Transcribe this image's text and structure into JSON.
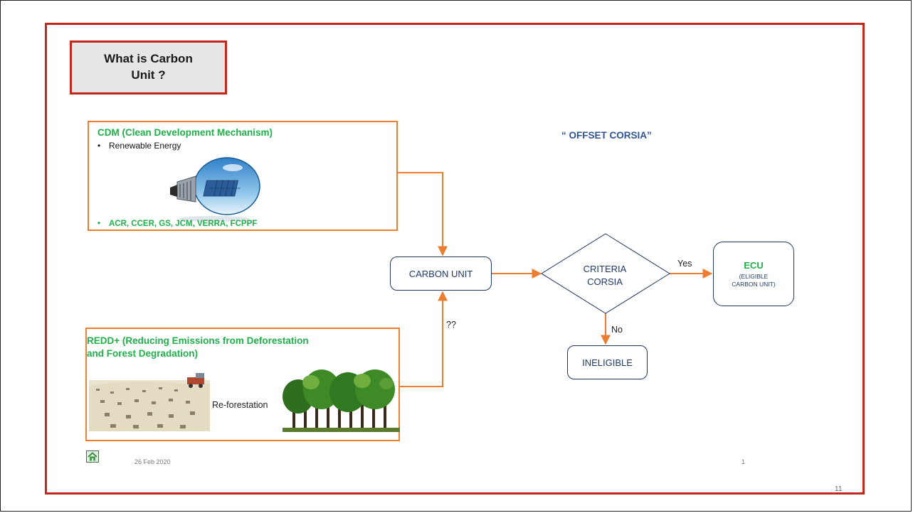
{
  "title": "What is Carbon Unit ?",
  "cdm": {
    "title": "CDM (Clean Development Mechanism)",
    "bullet1": "Renewable Energy",
    "bullet2": "ACR, CCER, GS, JCM, VERRA, FCPPF"
  },
  "redd": {
    "title_line1": "REDD+ (Reducing Emissions from Deforestation",
    "title_line2": "and Forest Degradation)",
    "arrow_label": "Re-forestation"
  },
  "offset_label": "“ OFFSET CORSIA”",
  "nodes": {
    "carbon_unit": "CARBON UNIT",
    "criteria_line1": "CRITERIA",
    "criteria_line2": "CORSIA",
    "ecu_main": "ECU",
    "ecu_sub_line1": "(ELIGIBLE",
    "ecu_sub_line2": "CARBON UNIT)",
    "ineligible": "INELIGIBLE"
  },
  "edge_labels": {
    "yes": "Yes",
    "no": "No",
    "unknown": "??"
  },
  "footer": {
    "date": "26 Feb 2020",
    "page": "1",
    "slide_number": "11"
  },
  "colors": {
    "frame": "#c0281c",
    "connector": "#ed7d31",
    "green_text": "#20b04a",
    "node_text": "#203864",
    "offset_text": "#2f5597"
  },
  "icons": [
    "lightbulb-solar-image",
    "deforested-field-image",
    "forest-image",
    "home-icon"
  ]
}
